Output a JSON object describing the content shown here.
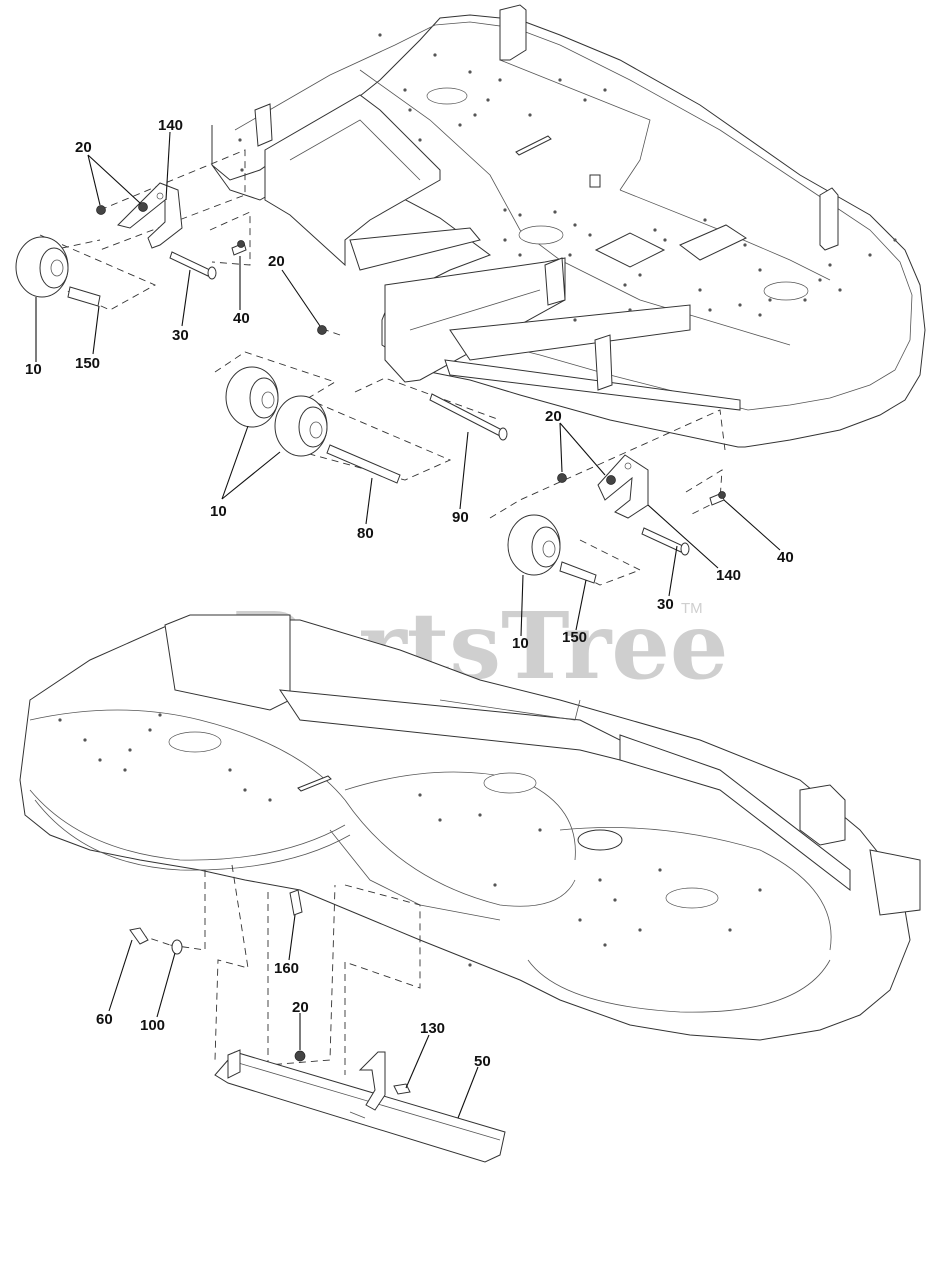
{
  "watermark": {
    "text": "PartsTree",
    "trademark": "TM"
  },
  "callouts": [
    {
      "id": "c-140-left",
      "text": "140"
    },
    {
      "id": "c-20-topleft",
      "text": "20"
    },
    {
      "id": "c-10-left",
      "text": "10"
    },
    {
      "id": "c-150-left",
      "text": "150"
    },
    {
      "id": "c-30-left",
      "text": "30"
    },
    {
      "id": "c-40-left",
      "text": "40"
    },
    {
      "id": "c-20-mid",
      "text": "20"
    },
    {
      "id": "c-10-mid",
      "text": "10"
    },
    {
      "id": "c-80",
      "text": "80"
    },
    {
      "id": "c-90",
      "text": "90"
    },
    {
      "id": "c-20-right",
      "text": "20"
    },
    {
      "id": "c-140-right",
      "text": "140"
    },
    {
      "id": "c-40-right",
      "text": "40"
    },
    {
      "id": "c-30-right",
      "text": "30"
    },
    {
      "id": "c-10-right",
      "text": "10"
    },
    {
      "id": "c-150-right",
      "text": "150"
    },
    {
      "id": "c-160",
      "text": "160"
    },
    {
      "id": "c-60",
      "text": "60"
    },
    {
      "id": "c-100",
      "text": "100"
    },
    {
      "id": "c-20-bottom",
      "text": "20"
    },
    {
      "id": "c-130",
      "text": "130"
    },
    {
      "id": "c-50",
      "text": "50"
    }
  ]
}
